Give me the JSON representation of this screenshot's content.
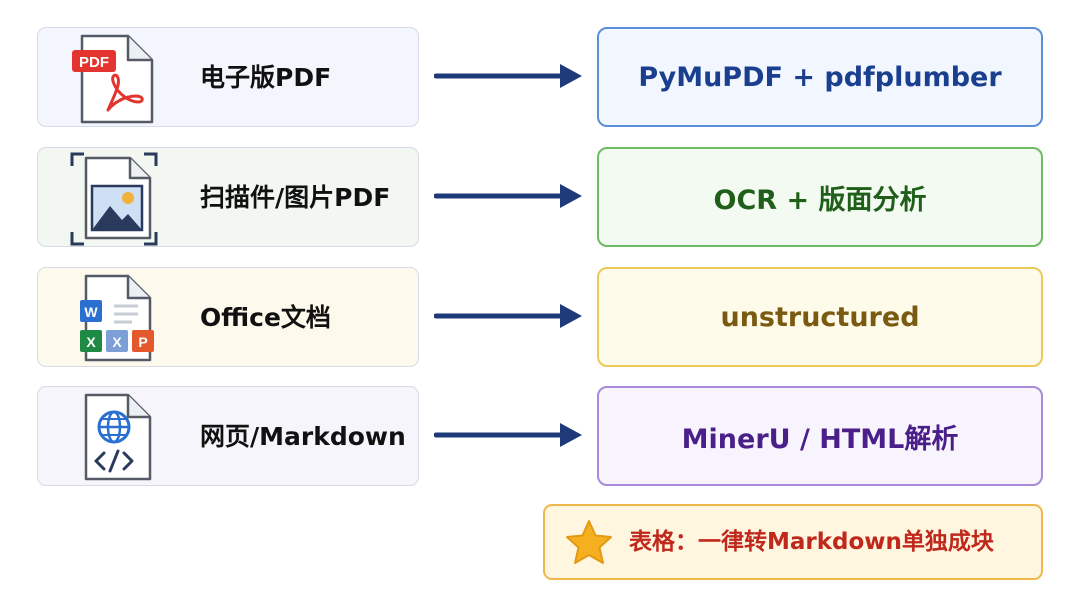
{
  "rows": [
    {
      "source_label": "电子版PDF",
      "target_label": "PyMuPDF + pdfplumber",
      "icon": "pdf-file-icon",
      "icon_badge": "PDF",
      "source_bg": "#f3f6fd",
      "target_bg": "#f2f7ff",
      "target_border": "#5b8fd8",
      "target_color": "#1a3f8f"
    },
    {
      "source_label": "扫描件/图片PDF",
      "target_label": "OCR + 版面分析",
      "icon": "scanned-image-icon",
      "source_bg": "#f2f8f1",
      "target_bg": "#f3faf1",
      "target_border": "#6dbb62",
      "target_color": "#1f5f1a"
    },
    {
      "source_label": "Office文档",
      "target_label": "unstructured",
      "icon": "office-file-icon",
      "icon_letters": [
        "W",
        "X",
        "X",
        "P"
      ],
      "source_bg": "#fdf9ec",
      "target_bg": "#fffbea",
      "target_border": "#edc95b",
      "target_color": "#7a5a10"
    },
    {
      "source_label": "网页/Markdown",
      "target_label": "MinerU / HTML解析",
      "icon": "webpage-file-icon",
      "source_bg": "#f6f5fb",
      "target_bg": "#f8f4fd",
      "target_border": "#a98bd9",
      "target_color": "#4a1f8a"
    }
  ],
  "note": {
    "icon": "star-icon",
    "text": "表格：一律转Markdown单独成块",
    "bg": "#fff6e0",
    "border": "#f0b64a",
    "color": "#c0281c"
  },
  "arrow_color": "#1f3a78"
}
